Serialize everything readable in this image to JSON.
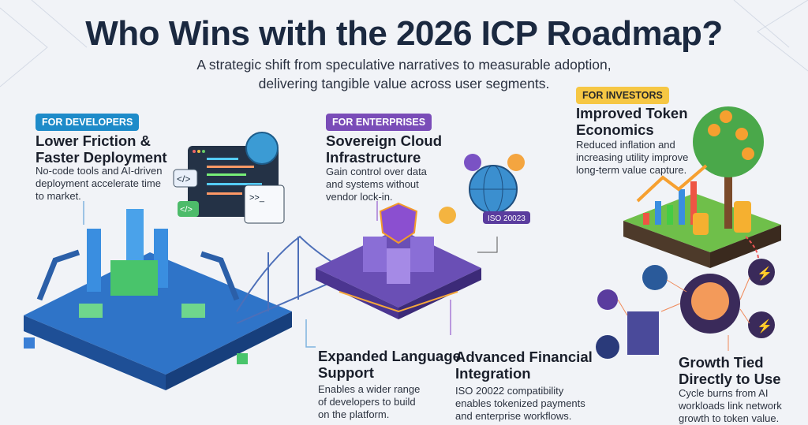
{
  "title": "Who Wins with the 2026 ICP Roadmap?",
  "subtitle": [
    "A strategic shift from speculative narratives to measurable adoption,",
    "delivering tangible value across user segments."
  ],
  "developers": {
    "badge": "FOR DEVELOPERS",
    "heading": [
      "Lower Friction &",
      "Faster Deployment"
    ],
    "body": [
      "No-code tools and AI-driven",
      "deployment accelerate time",
      "to market."
    ]
  },
  "enterprises": {
    "badge": "FOR ENTERPRISES",
    "heading": [
      "Sovereign Cloud",
      "Infrastructure"
    ],
    "body": [
      "Gain control over data",
      "and systems without",
      "vendor lock-in."
    ],
    "iso_tag": "ISO 20023"
  },
  "investors": {
    "badge": "FOR INVESTORS",
    "heading": [
      "Improved Token",
      "Economics"
    ],
    "body": [
      "Reduced inflation and",
      "increasing utility improve",
      "long-term value capture."
    ]
  },
  "language": {
    "heading": [
      "Expanded Language",
      "Support"
    ],
    "body": [
      "Enables a wider range",
      "of developers to build",
      "on the platform."
    ]
  },
  "financial": {
    "heading": [
      "Advanced Financial",
      "Integration"
    ],
    "body": [
      "ISO 20022 compatibility",
      "enables tokenized payments",
      "and enterprise workflows."
    ]
  },
  "growth": {
    "heading": [
      "Growth Tied",
      "Directly to Use"
    ],
    "body": [
      "Cycle burns from AI",
      "workloads link network",
      "growth to token value."
    ]
  },
  "colors": {
    "developers": "#1e8bc9",
    "enterprises": "#7a4cb8",
    "investors": "#f6c744"
  }
}
